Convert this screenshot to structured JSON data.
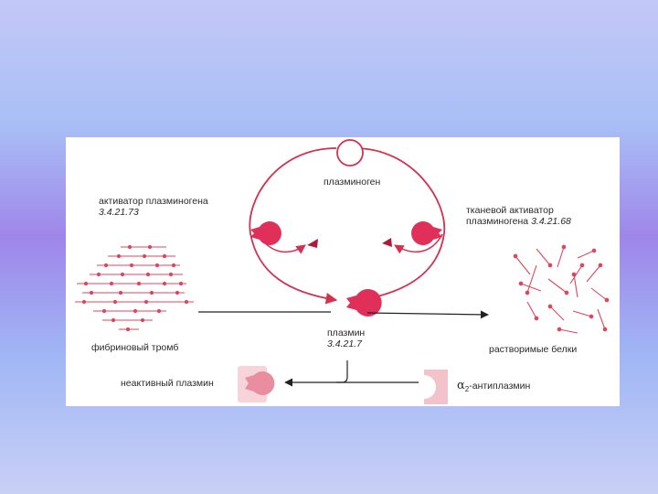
{
  "diagram": {
    "plasminogen": "плазминоген",
    "plasminogen_activator": {
      "name": "активатор плазминогена",
      "ec": "3.4.21.73"
    },
    "tissue_activator": {
      "line1": "тканевой активатор",
      "line2": "плазминогена",
      "ec": "3.4.21.68"
    },
    "fibrin_clot": "фибриновый тромб",
    "plasmin": {
      "name": "плазмин",
      "ec": "3.4.21.7"
    },
    "soluble_proteins": "растворимые белки",
    "inactive_plasmin": "неактивный плазмин",
    "antiplasmin": {
      "alpha": "α",
      "sub": "2",
      "rest": "-антиплазмин"
    }
  },
  "colors": {
    "accent": "#e0305a",
    "fiber": "#d9485e",
    "line": "#222222",
    "pale": "#f2b9c3"
  }
}
